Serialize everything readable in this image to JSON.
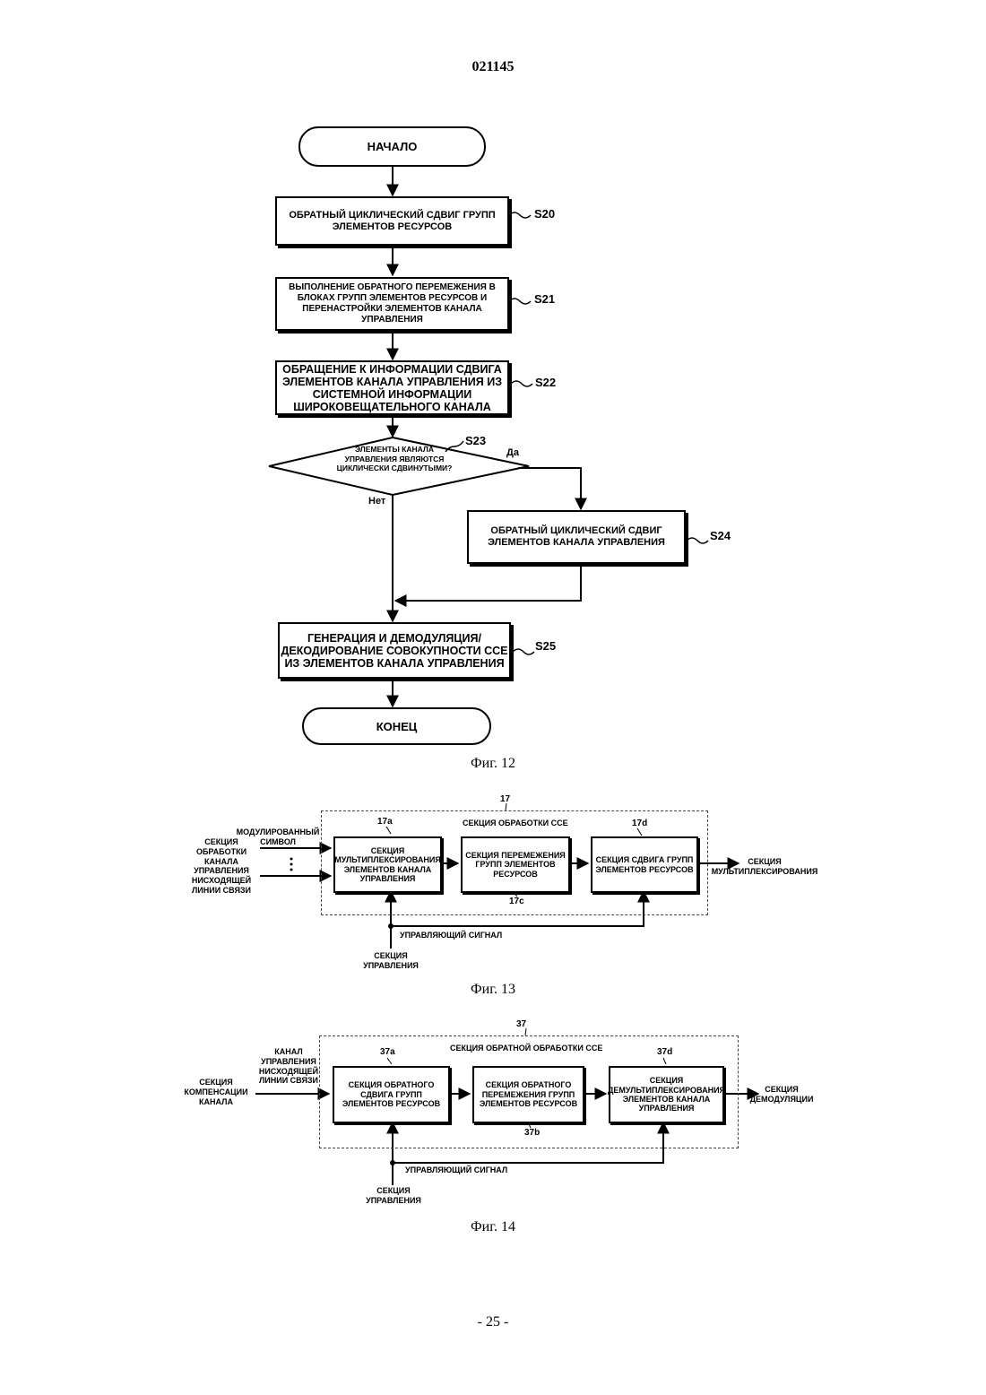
{
  "header": {
    "doc_number": "021145"
  },
  "fig12": {
    "start": "НАЧАЛО",
    "end": "КОНЕЦ",
    "s20": {
      "text": "ОБРАТНЫЙ ЦИКЛИЧЕСКИЙ СДВИГ ГРУПП ЭЛЕМЕНТОВ РЕСУРСОВ",
      "label": "S20"
    },
    "s21": {
      "text": "ВЫПОЛНЕНИЕ ОБРАТНОГО ПЕРЕМЕЖЕНИЯ В БЛОКАХ ГРУПП ЭЛЕМЕНТОВ РЕСУРСОВ И ПЕРЕНАСТРОЙКИ ЭЛЕМЕНТОВ КАНАЛА УПРАВЛЕНИЯ",
      "label": "S21"
    },
    "s22": {
      "text": "ОБРАЩЕНИЕ К ИНФОРМАЦИИ СДВИГА ЭЛЕМЕНТОВ КАНАЛА УПРАВЛЕНИЯ ИЗ СИСТЕМНОЙ ИНФОРМАЦИИ ШИРОКОВЕЩАТЕЛЬНОГО КАНАЛА",
      "label": "S22"
    },
    "s23": {
      "text": "ЭЛЕМЕНТЫ КАНАЛА УПРАВЛЕНИЯ ЯВЛЯЮТСЯ ЦИКЛИЧЕСКИ СДВИНУТЫМИ?",
      "label": "S23",
      "yes": "Да",
      "no": "Нет"
    },
    "s24": {
      "text": "ОБРАТНЫЙ ЦИКЛИЧЕСКИЙ СДВИГ ЭЛЕМЕНТОВ КАНАЛА УПРАВЛЕНИЯ",
      "label": "S24"
    },
    "s25": {
      "text": "ГЕНЕРАЦИЯ И ДЕМОДУЛЯЦИЯ/ДЕКОДИРОВАНИЕ СОВОКУПНОСТИ CCE ИЗ ЭЛЕМЕНТОВ КАНАЛА УПРАВЛЕНИЯ",
      "label": "S25"
    },
    "caption": "Фиг. 12"
  },
  "fig13": {
    "number": "17",
    "title": "СЕКЦИЯ ОБРАБОТКИ CCE",
    "input_source": "СЕКЦИЯ ОБРАБОТКИ КАНАЛА УПРАВЛЕНИЯ НИСХОДЯЩЕЙ ЛИНИИ СВЯЗИ",
    "input_signal": "МОДУЛИРОВАННЫЙ СИМВОЛ",
    "block_a": {
      "id": "17a",
      "text": "СЕКЦИЯ МУЛЬТИПЛЕКСИРОВАНИЯ ЭЛЕМЕНТОВ КАНАЛА УПРАВЛЕНИЯ"
    },
    "block_c": {
      "id": "17c",
      "text": "СЕКЦИЯ ПЕРЕМЕЖЕНИЯ ГРУПП ЭЛЕМЕНТОВ РЕСУРСОВ"
    },
    "block_d": {
      "id": "17d",
      "text": "СЕКЦИЯ СДВИГА ГРУПП ЭЛЕМЕНТОВ РЕСУРСОВ"
    },
    "output": "СЕКЦИЯ МУЛЬТИПЛЕКСИРОВАНИЯ",
    "control_signal": "УПРАВЛЯЮЩИЙ СИГНАЛ",
    "control_section": "СЕКЦИЯ УПРАВЛЕНИЯ",
    "caption": "Фиг. 13"
  },
  "fig14": {
    "number": "37",
    "title": "СЕКЦИЯ ОБРАТНОЙ ОБРАБОТКИ CCE",
    "input_source": "СЕКЦИЯ КОМПЕНСАЦИИ КАНАЛА",
    "input_signal": "КАНАЛ УПРАВЛЕНИЯ НИСХОДЯЩЕЙ ЛИНИИ СВЯЗИ",
    "block_a": {
      "id": "37a",
      "text": "СЕКЦИЯ ОБРАТНОГО СДВИГА ГРУПП ЭЛЕМЕНТОВ РЕСУРСОВ"
    },
    "block_b": {
      "id": "37b",
      "text": "СЕКЦИЯ ОБРАТНОГО ПЕРЕМЕЖЕНИЯ ГРУПП ЭЛЕМЕНТОВ РЕСУРСОВ"
    },
    "block_d": {
      "id": "37d",
      "text": "СЕКЦИЯ ДЕМУЛЬТИПЛЕКСИРОВАНИЯ ЭЛЕМЕНТОВ КАНАЛА УПРАВЛЕНИЯ"
    },
    "output": "СЕКЦИЯ ДЕМОДУЛЯЦИИ",
    "control_signal": "УПРАВЛЯЮЩИЙ СИГНАЛ",
    "control_section": "СЕКЦИЯ УПРАВЛЕНИЯ",
    "caption": "Фиг. 14"
  },
  "footer": {
    "page_number": "- 25 -"
  }
}
